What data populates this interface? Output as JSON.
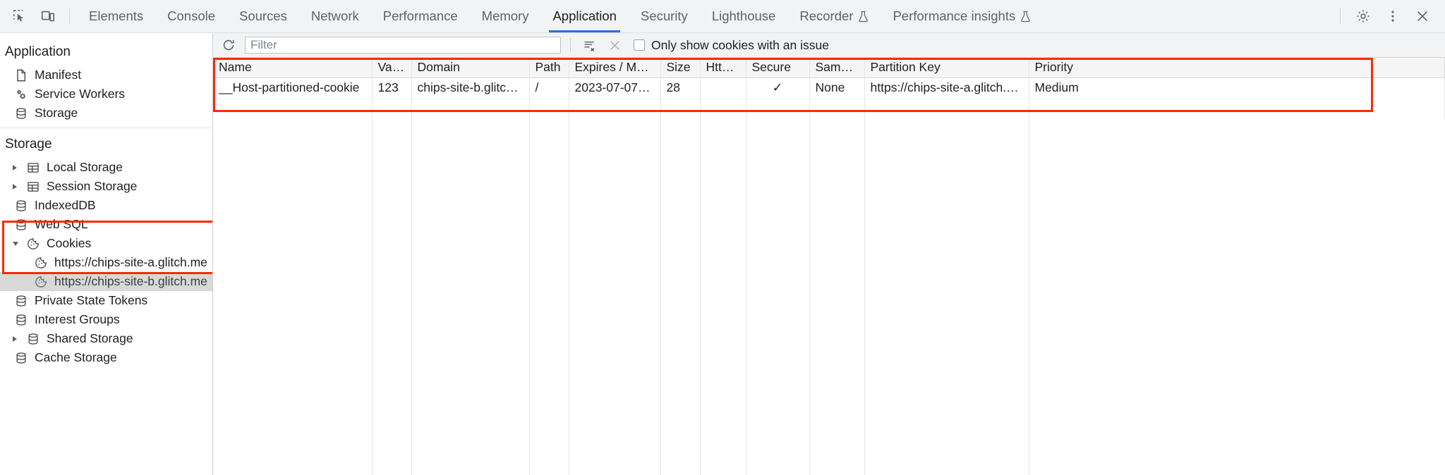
{
  "toolbar": {
    "inspect_icon": "inspect-element-icon",
    "device_icon": "device-toolbar-icon",
    "settings_icon": "gear-icon",
    "more_icon": "more-vertical-icon",
    "close_icon": "close-icon",
    "tabs": [
      {
        "label": "Elements",
        "active": false,
        "experimental": false
      },
      {
        "label": "Console",
        "active": false,
        "experimental": false
      },
      {
        "label": "Sources",
        "active": false,
        "experimental": false
      },
      {
        "label": "Network",
        "active": false,
        "experimental": false
      },
      {
        "label": "Performance",
        "active": false,
        "experimental": false
      },
      {
        "label": "Memory",
        "active": false,
        "experimental": false
      },
      {
        "label": "Application",
        "active": true,
        "experimental": false
      },
      {
        "label": "Security",
        "active": false,
        "experimental": false
      },
      {
        "label": "Lighthouse",
        "active": false,
        "experimental": false
      },
      {
        "label": "Recorder",
        "active": false,
        "experimental": true
      },
      {
        "label": "Performance insights",
        "active": false,
        "experimental": true
      }
    ]
  },
  "sidebar": {
    "sections": [
      {
        "title": "Application",
        "items": [
          {
            "label": "Manifest",
            "icon": "document-icon",
            "arrow": "none",
            "selected": false
          },
          {
            "label": "Service Workers",
            "icon": "gears-icon",
            "arrow": "none",
            "selected": false
          },
          {
            "label": "Storage",
            "icon": "database-icon",
            "arrow": "none",
            "selected": false
          }
        ]
      },
      {
        "title": "Storage",
        "items": [
          {
            "label": "Local Storage",
            "icon": "table-icon",
            "arrow": "right",
            "selected": false
          },
          {
            "label": "Session Storage",
            "icon": "table-icon",
            "arrow": "right",
            "selected": false
          },
          {
            "label": "IndexedDB",
            "icon": "database-icon",
            "arrow": "none",
            "selected": false
          },
          {
            "label": "Web SQL",
            "icon": "database-icon",
            "arrow": "none",
            "selected": false
          },
          {
            "label": "Cookies",
            "icon": "cookie-icon",
            "arrow": "down",
            "selected": false
          },
          {
            "label": "https://chips-site-a.glitch.me",
            "icon": "cookie-icon",
            "arrow": "none",
            "selected": false,
            "sub": true
          },
          {
            "label": "https://chips-site-b.glitch.me",
            "icon": "cookie-icon",
            "arrow": "none",
            "selected": true,
            "sub": true
          },
          {
            "label": "Private State Tokens",
            "icon": "database-icon",
            "arrow": "none",
            "selected": false
          },
          {
            "label": "Interest Groups",
            "icon": "database-icon",
            "arrow": "none",
            "selected": false
          },
          {
            "label": "Shared Storage",
            "icon": "database-icon",
            "arrow": "right",
            "selected": false
          },
          {
            "label": "Cache Storage",
            "icon": "database-icon",
            "arrow": "none",
            "selected": false
          }
        ]
      }
    ]
  },
  "filterbar": {
    "refresh_icon": "refresh-icon",
    "filter_value": "",
    "filter_placeholder": "Filter",
    "clear_filtered_icon": "clear-filtered-cookies-icon",
    "clear_all_icon": "clear-all-cookies-icon",
    "checkbox_label": "Only show cookies with an issue",
    "checkbox_checked": false
  },
  "cookies_table": {
    "columns": [
      "Name",
      "Value",
      "Domain",
      "Path",
      "Expires / M…",
      "Size",
      "HttpOnly",
      "Secure",
      "SameSite",
      "Partition Key",
      "Priority"
    ],
    "rows": [
      {
        "Name": "__Host-partitioned-cookie",
        "Value": "123",
        "Domain": "chips-site-b.glitch.me",
        "Path": "/",
        "Expires / M…": "2023-07-07…",
        "Size": "28",
        "HttpOnly": "",
        "Secure": "✓",
        "SameSite": "None",
        "Partition Key": "https://chips-site-a.glitch.me",
        "Priority": "Medium"
      }
    ]
  },
  "highlights": {
    "accent_color": "#ff2a00",
    "regions": [
      "cookies-tree-group",
      "cookies-table-header-and-row"
    ]
  }
}
